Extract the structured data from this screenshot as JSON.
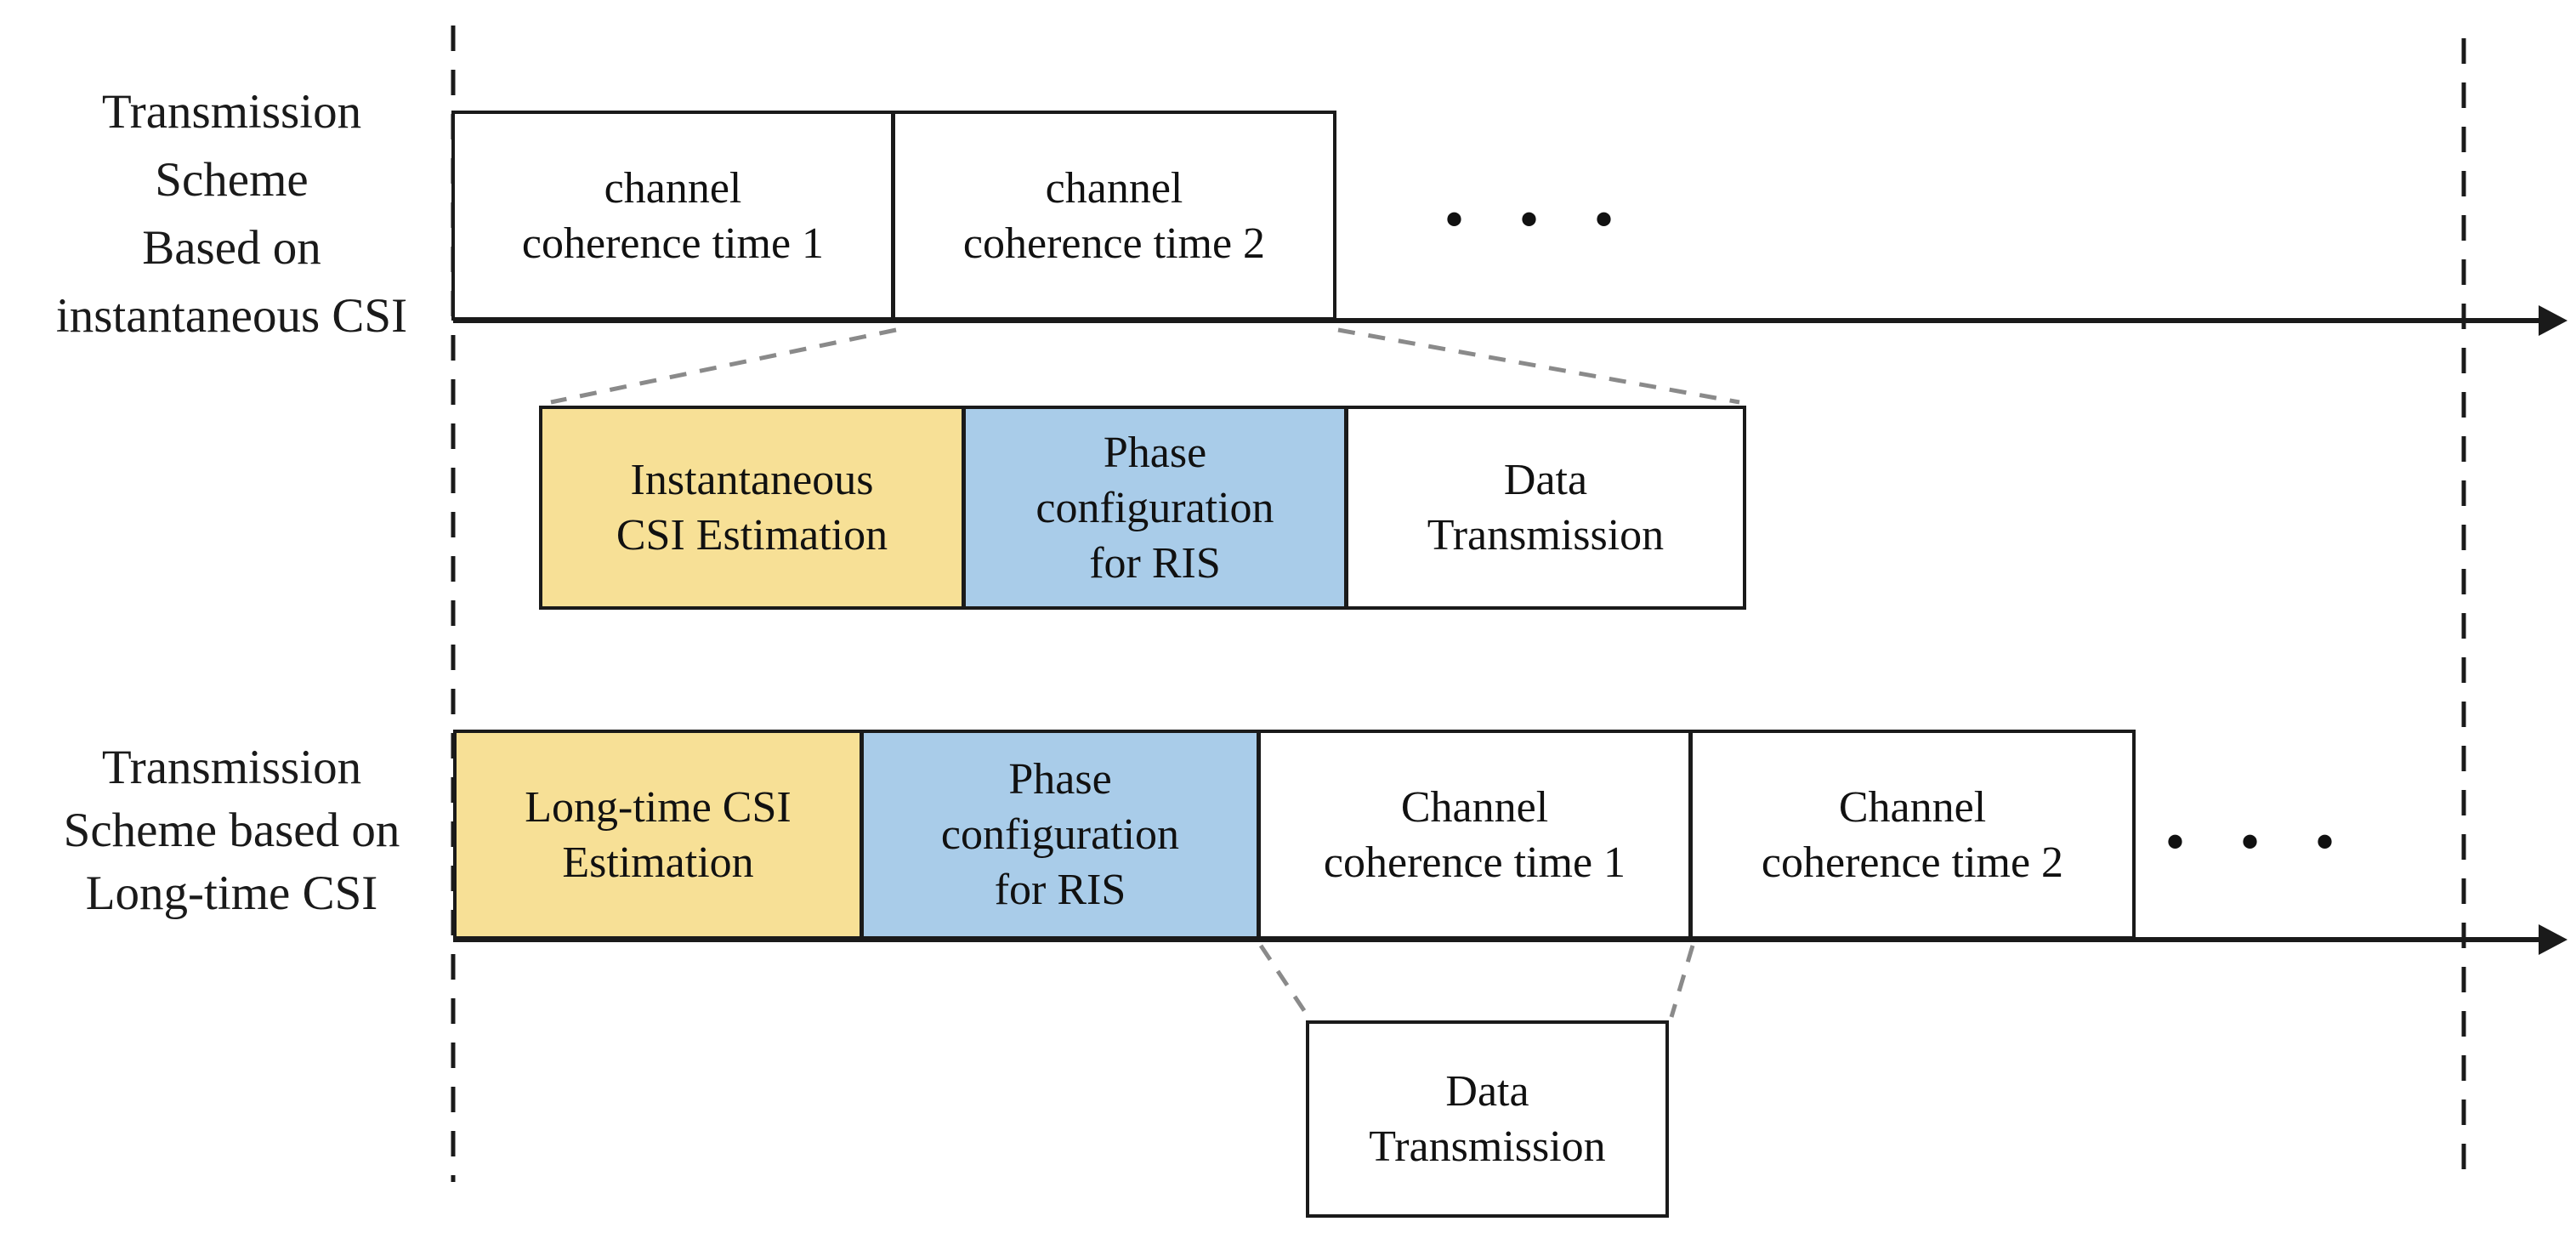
{
  "diagram": {
    "colors": {
      "estimation_fill": "#F7E096",
      "phase_fill": "#A9CCE9",
      "box_border": "#1a1a1a",
      "expansion_dash": "#8a8a8a"
    },
    "scheme1": {
      "label_lines": [
        "Transmission",
        "Scheme",
        "Based on",
        "instantaneous CSI"
      ],
      "ellipsis": "• • •",
      "timeline_boxes": [
        {
          "line1": "channel",
          "line2": "coherence time 1"
        },
        {
          "line1": "channel",
          "line2": "coherence time 2"
        }
      ],
      "breakdown_boxes": [
        {
          "line1": "Instantaneous",
          "line2": "CSI Estimation"
        },
        {
          "line1": "Phase",
          "line2": "configuration",
          "line3": "for RIS"
        },
        {
          "line1": "Data",
          "line2": "Transmission"
        }
      ]
    },
    "scheme2": {
      "label_lines": [
        "Transmission",
        "Scheme based on",
        "Long-time CSI"
      ],
      "ellipsis": "• • •",
      "timeline_boxes": [
        {
          "line1": "Long-time CSI",
          "line2": "Estimation"
        },
        {
          "line1": "Phase",
          "line2": "configuration",
          "line3": "for RIS"
        },
        {
          "line1": "Channel",
          "line2": "coherence time 1"
        },
        {
          "line1": "Channel",
          "line2": "coherence time 2"
        }
      ],
      "breakdown_boxes": [
        {
          "line1": "Data",
          "line2": "Transmission"
        }
      ]
    }
  }
}
